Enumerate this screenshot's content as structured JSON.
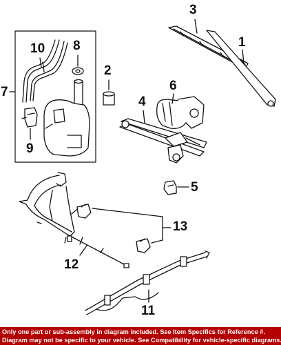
{
  "callouts": {
    "c1": "1",
    "c2": "2",
    "c3": "3",
    "c4": "4",
    "c5": "5",
    "c6": "6",
    "c7": "7",
    "c8": "8",
    "c9": "9",
    "c10": "10",
    "c11": "11",
    "c12": "12",
    "c13": "13"
  },
  "disclaimer": {
    "line1": "Only one part or sub-assembly in diagram included. See Item Specifics for Reference #.",
    "line2": "Diagram may not be specific to your vehicle. See Compatibility for vehicle-specific diagrams."
  },
  "colors": {
    "banner": "#b30000",
    "banner_text": "#ffffff",
    "ink": "#111111"
  }
}
